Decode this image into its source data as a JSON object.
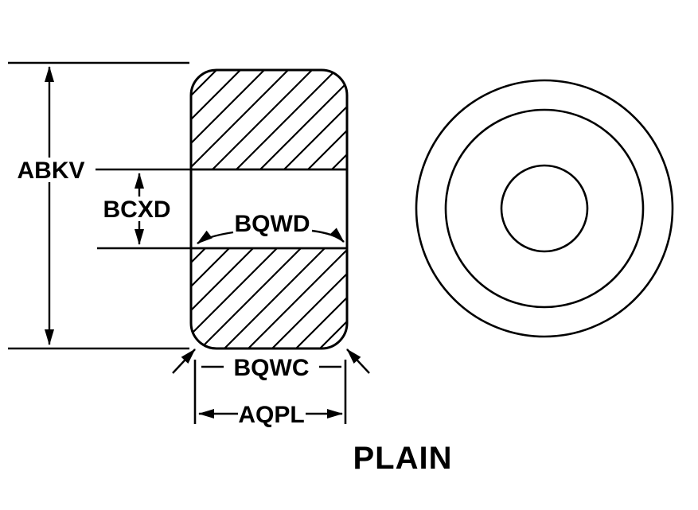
{
  "page": {
    "background": "#ffffff"
  },
  "diagram": {
    "type": "technical-drawing",
    "caption": "PLAIN",
    "views": {
      "side_view": "cross-section with hatched walls and open bore band",
      "end_view": "three concentric circles"
    },
    "labels": {
      "abkv": "ABKV",
      "bcxd": "BCXD",
      "bqwd": "BQWD",
      "bqwc": "BQWC",
      "aqpl": "AQPL"
    },
    "colors": {
      "line": "#000000",
      "background": "#ffffff"
    }
  }
}
